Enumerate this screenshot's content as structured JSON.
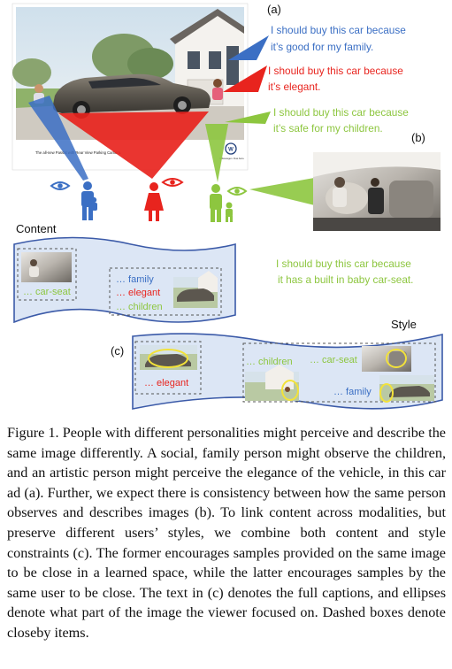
{
  "figure": {
    "panel_labels": {
      "a": "(a)",
      "b": "(b)",
      "c": "(c)"
    },
    "ad": {
      "tagline": "The all-new Passat with Rear View Parking Camera.",
      "brand_small": "Volkswagen. Das Auto."
    },
    "perceptions": [
      {
        "line1": "I should buy this car because",
        "line2": "it’s good for my family.",
        "color": "#3b6fc4"
      },
      {
        "line1": "I should buy this car because",
        "line2": "it’s elegant.",
        "color": "#e8241e"
      },
      {
        "line1": "I should buy this car because",
        "line2": "it’s safe for my children.",
        "color": "#8dc63f"
      }
    ],
    "panel_b_caption": {
      "line1": "I should buy this car because",
      "line2": "it has a built in baby car-seat.",
      "color": "#8dc63f"
    },
    "content_box": {
      "title": "Content",
      "car_seat": "… car-seat",
      "family": "… family",
      "elegant": "… elegant",
      "children": "… children"
    },
    "style_box": {
      "title": "Style",
      "elegant": "… elegant",
      "children": "… children",
      "car_seat": "… car-seat",
      "family": "… family"
    },
    "colors": {
      "blue": "#3b6fc4",
      "red": "#e8241e",
      "green": "#8dc63f",
      "band_fill": "#dce6f5",
      "band_stroke": "#3b5aa8"
    }
  },
  "caption": {
    "text": "Figure 1. People with different personalities might perceive and describe the same image differently. A social, family person might observe the children, and an artistic person might perceive the elegance of the vehicle, in this car ad (a). Further, we expect there is consistency between how the same person observes and describes images (b). To link content across modalities, but preserve different users’ styles, we combine both content and style constraints (c). The former encourages samples provided on the same image to be close in a learned space, while the latter encourages samples by the same user to be close. The text in (c) denotes the full captions, and ellipses denote what part of the image the viewer focused on. Dashed boxes denote closeby items."
  }
}
